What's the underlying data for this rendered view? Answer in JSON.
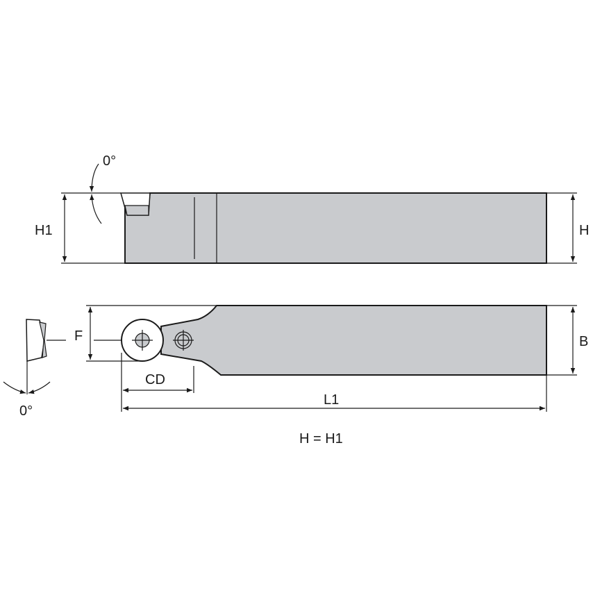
{
  "labels": {
    "angle_top": "0°",
    "h1": "H1",
    "h": "H",
    "f": "F",
    "b": "B",
    "cd": "CD",
    "l1": "L1",
    "angle_bottom": "0°",
    "equation": "H = H1"
  },
  "colors": {
    "body_fill": "#c9cbce",
    "line": "#1a1a1a"
  }
}
